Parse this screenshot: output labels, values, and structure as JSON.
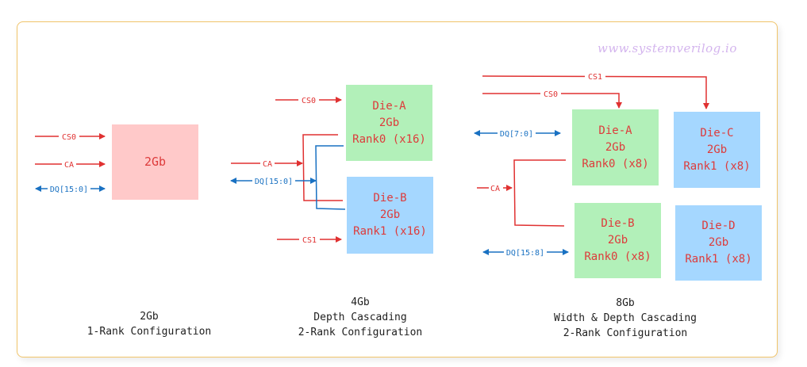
{
  "watermark": "www.systemverilog.io",
  "colors": {
    "signal_red": "#e03131",
    "signal_blue": "#1971c2",
    "single_die": "#ffc9c9",
    "rank0": "#b2f0b9",
    "rank1": "#a5d7ff",
    "frame_border": "#f0c46a"
  },
  "config1": {
    "signals": {
      "cs0": "CS0",
      "ca": "CA",
      "dq": "DQ[15:0]"
    },
    "die": {
      "label": "2Gb"
    },
    "caption": {
      "line1": "2Gb",
      "line2": "1-Rank Configuration"
    }
  },
  "config2": {
    "signals": {
      "cs0": "CS0",
      "ca": "CA",
      "dq": "DQ[15:0]",
      "cs1": "CS1"
    },
    "die_a": {
      "name": "Die-A",
      "size": "2Gb",
      "rank": "Rank0 (x16)"
    },
    "die_b": {
      "name": "Die-B",
      "size": "2Gb",
      "rank": "Rank1 (x16)"
    },
    "caption": {
      "line1": "4Gb",
      "line2": "Depth Cascading",
      "line3": "2-Rank Configuration"
    }
  },
  "config3": {
    "signals": {
      "cs1": "CS1",
      "cs0": "CS0",
      "dq_low": "DQ[7:0]",
      "ca": "CA",
      "dq_high": "DQ[15:8]"
    },
    "die_a": {
      "name": "Die-A",
      "size": "2Gb",
      "rank": "Rank0 (x8)"
    },
    "die_b": {
      "name": "Die-B",
      "size": "2Gb",
      "rank": "Rank0 (x8)"
    },
    "die_c": {
      "name": "Die-C",
      "size": "2Gb",
      "rank": "Rank1 (x8)"
    },
    "die_d": {
      "name": "Die-D",
      "size": "2Gb",
      "rank": "Rank1 (x8)"
    },
    "caption": {
      "line1": "8Gb",
      "line2": "Width & Depth Cascading",
      "line3": "2-Rank Configuration"
    }
  }
}
